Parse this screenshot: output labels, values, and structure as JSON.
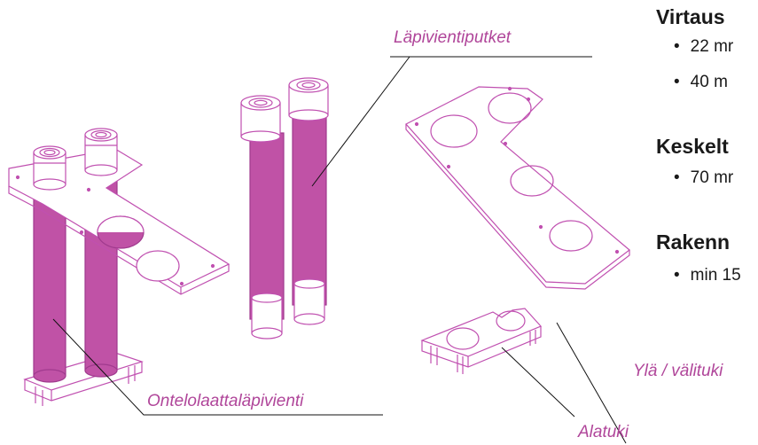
{
  "colors": {
    "accent": "#b0469a",
    "line": "#c050b0",
    "fill": "#c052a6",
    "text": "#1a1a1a"
  },
  "labels": {
    "lapivientiputket": "Läpivientiputket",
    "ontelolaatta": "Ontelolaattaläpivienti",
    "alatuki": "Alatuki",
    "yla_valituki": "Ylä / välituki"
  },
  "specs": [
    {
      "heading": "Virtaus",
      "items": [
        "22 mr",
        "40 m"
      ]
    },
    {
      "heading": "Keskelt",
      "items": [
        "70 mr"
      ]
    },
    {
      "heading": "Rakenn",
      "items": [
        "min 15"
      ]
    }
  ]
}
